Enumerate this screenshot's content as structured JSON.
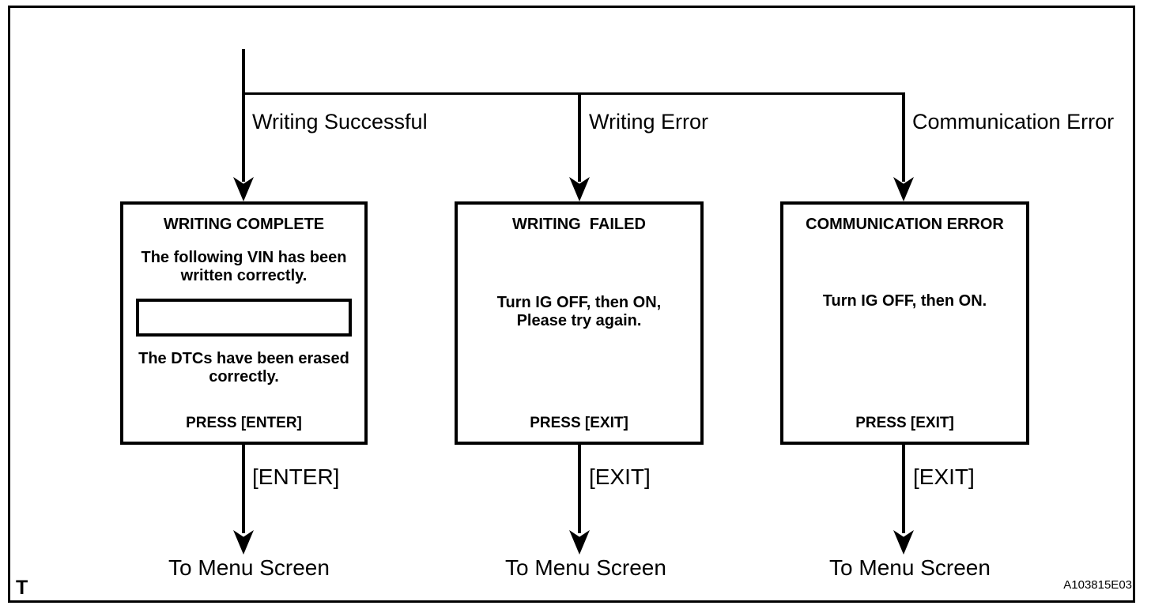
{
  "page": {
    "background_color": "#ffffff",
    "line_color": "#000000",
    "marker": "T",
    "figure_id": "A103815E03"
  },
  "flow": {
    "branches": [
      {
        "condition_label": "Writing Successful",
        "screen": {
          "title": "WRITING COMPLETE",
          "message_top": "The following VIN has been\nwritten correctly.",
          "message_bottom": "The DTCs have been erased\ncorrectly.",
          "press_label": "PRESS [ENTER]"
        },
        "key_label": "[ENTER]",
        "destination_label": "To Menu Screen"
      },
      {
        "condition_label": "Writing Error",
        "screen": {
          "title": "WRITING  FAILED",
          "message": "Turn IG OFF, then ON,\nPlease try again.",
          "press_label": "PRESS [EXIT]"
        },
        "key_label": "[EXIT]",
        "destination_label": "To Menu Screen"
      },
      {
        "condition_label": "Communication Error",
        "screen": {
          "title": "COMMUNICATION ERROR",
          "message": "Turn IG OFF, then ON.",
          "press_label": "PRESS [EXIT]"
        },
        "key_label": "[EXIT]",
        "destination_label": "To Menu Screen"
      }
    ]
  }
}
